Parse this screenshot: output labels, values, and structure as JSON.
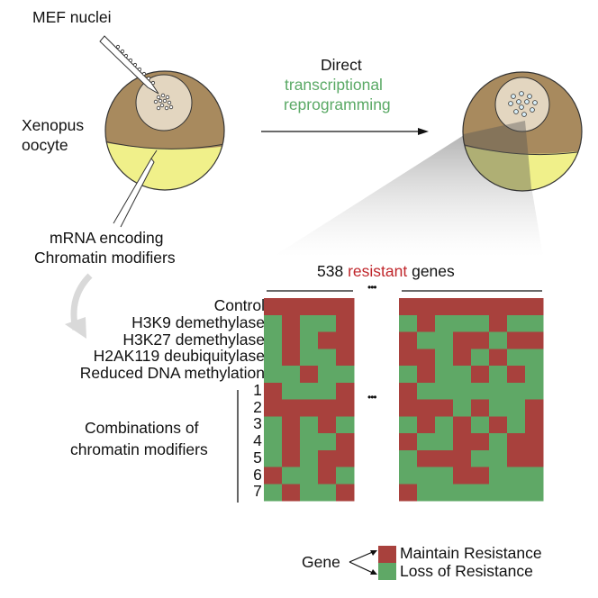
{
  "labels": {
    "mef_nuclei": "MEF nuclei",
    "xenopus": "Xenopus",
    "oocyte": "oocyte",
    "mrna_line1": "mRNA encoding",
    "mrna_line2": "Chromatin modifiers",
    "direct": "Direct",
    "transcriptional": "transcriptional",
    "reprogramming": "reprogramming",
    "genes_count": "538",
    "genes_resistant": "resistant",
    "genes_word": "genes",
    "ellipsis": "•••",
    "combinations_line1": "Combinations of",
    "combinations_line2": "chromatin modifiers"
  },
  "colors": {
    "maintain": "#a8413d",
    "loss": "#5fa866",
    "yolk_brown": "#a88a5e",
    "yolk_yellow": "#f0f08a",
    "nucleus": "#e3d6c0",
    "accent_green": "#5aa965",
    "accent_red": "#c0262b"
  },
  "rows": [
    "Control",
    "H3K9 demethylase",
    "H3K27 demethylase",
    "H2AK119 deubiquitylase",
    "Reduced DNA methylation",
    "1",
    "2",
    "3",
    "4",
    "5",
    "6",
    "7"
  ],
  "heatmap": {
    "legend_note": "M = Maintain Resistance, L = Loss of Resistance",
    "left_block": [
      [
        "M",
        "M",
        "M",
        "M",
        "M"
      ],
      [
        "L",
        "M",
        "L",
        "L",
        "M"
      ],
      [
        "L",
        "M",
        "L",
        "M",
        "M"
      ],
      [
        "L",
        "M",
        "L",
        "L",
        "M"
      ],
      [
        "L",
        "L",
        "M",
        "L",
        "L"
      ],
      [
        "M",
        "L",
        "L",
        "L",
        "M"
      ],
      [
        "M",
        "M",
        "M",
        "M",
        "M"
      ],
      [
        "L",
        "M",
        "L",
        "M",
        "L"
      ],
      [
        "L",
        "M",
        "L",
        "L",
        "M"
      ],
      [
        "L",
        "M",
        "L",
        "M",
        "M"
      ],
      [
        "M",
        "L",
        "L",
        "M",
        "L"
      ],
      [
        "L",
        "M",
        "L",
        "L",
        "M"
      ]
    ],
    "right_block": [
      [
        "M",
        "M",
        "M",
        "M",
        "M",
        "M",
        "M",
        "M"
      ],
      [
        "L",
        "M",
        "L",
        "L",
        "L",
        "M",
        "L",
        "L"
      ],
      [
        "M",
        "L",
        "L",
        "M",
        "M",
        "L",
        "M",
        "M"
      ],
      [
        "M",
        "M",
        "L",
        "M",
        "L",
        "M",
        "L",
        "L"
      ],
      [
        "L",
        "M",
        "L",
        "L",
        "M",
        "L",
        "M",
        "L"
      ],
      [
        "M",
        "L",
        "L",
        "L",
        "L",
        "L",
        "L",
        "L"
      ],
      [
        "M",
        "M",
        "M",
        "L",
        "M",
        "L",
        "L",
        "M"
      ],
      [
        "L",
        "M",
        "L",
        "M",
        "L",
        "M",
        "L",
        "M"
      ],
      [
        "M",
        "L",
        "L",
        "M",
        "M",
        "L",
        "M",
        "M"
      ],
      [
        "L",
        "M",
        "M",
        "M",
        "L",
        "L",
        "M",
        "M"
      ],
      [
        "L",
        "L",
        "L",
        "M",
        "M",
        "L",
        "L",
        "L"
      ],
      [
        "M",
        "L",
        "L",
        "L",
        "L",
        "L",
        "L",
        "L"
      ]
    ]
  },
  "legend": {
    "gene": "Gene",
    "maintain": "Maintain Resistance",
    "loss": "Loss of Resistance"
  }
}
